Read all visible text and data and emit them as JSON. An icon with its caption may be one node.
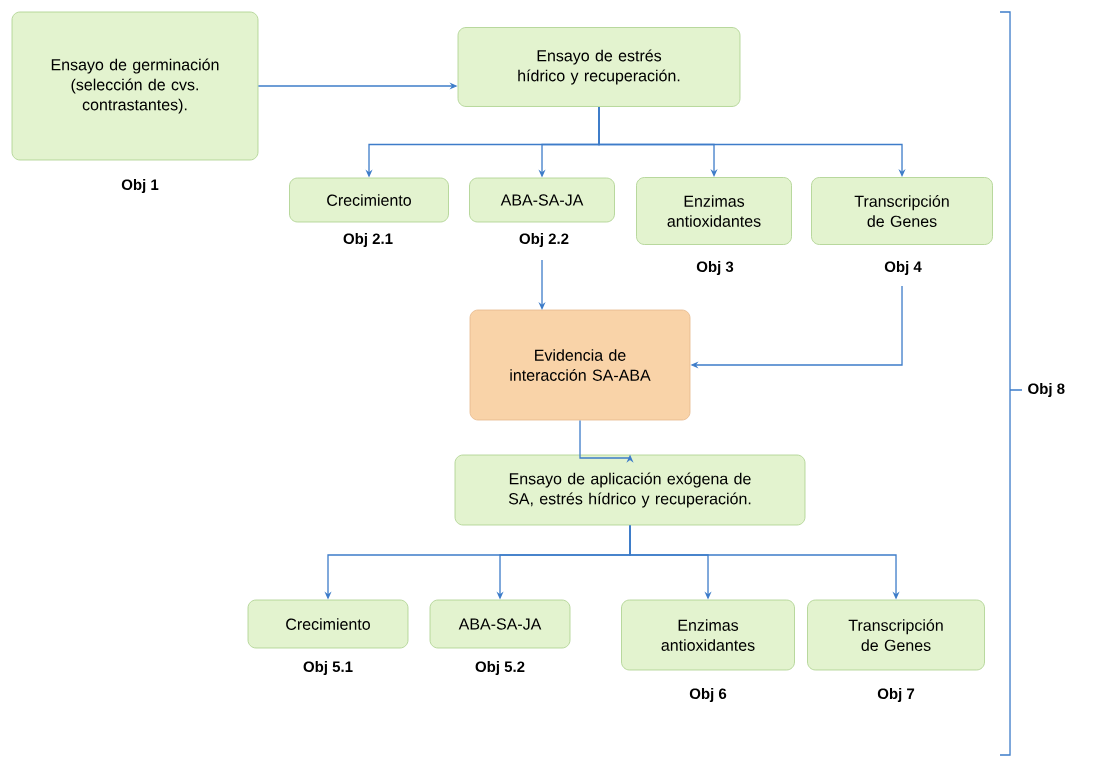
{
  "diagram": {
    "nodes": [
      {
        "text": [
          "Ensayo de germinación (selección de cvs. contrastantes)."
        ],
        "beside": [
          "Obj 1"
        ]
      },
      {
        "text": [
          "Ensayo de estrés hídrico y recuperación."
        ]
      },
      {
        "text": [
          "Crecimiento"
        ],
        "beside": [
          "Obj 2.1"
        ]
      },
      {
        "text": [
          "ABA-SA-JA"
        ],
        "beside": [
          "Obj 2.2"
        ]
      },
      {
        "text": [
          "Enzimas antioxidantes"
        ],
        "beside": [
          "Obj 3"
        ]
      },
      {
        "text": [
          "Transcripción de Genes"
        ],
        "beside": [
          "Obj 4"
        ]
      },
      {
        "text": [
          "Evidencia de interacción SA-ABA"
        ]
      },
      {
        "text": [
          "Ensayo de aplicación exógena de SA, estrés hídrico y recuperación."
        ]
      },
      {
        "text": [
          "Crecimiento"
        ],
        "beside": [
          "Obj 5.1"
        ]
      },
      {
        "text": [
          "ABA-SA-JA"
        ],
        "beside": [
          "Obj 5.2"
        ]
      },
      {
        "text": [
          "Enzimas antioxidantes"
        ],
        "beside": [
          "Obj 6"
        ]
      },
      {
        "text": [
          "Transcripción de Genes"
        ],
        "beside": [
          "Obj 7"
        ]
      }
    ],
    "edges": [
      {
        "from": 0,
        "to": 1,
        "arrow": "to"
      },
      {
        "from": 1,
        "to": 2,
        "arrow": "to"
      },
      {
        "from": 1,
        "to": 3,
        "arrow": "to"
      },
      {
        "from": 1,
        "to": 4,
        "arrow": "to"
      },
      {
        "from": 1,
        "to": 5,
        "arrow": "to"
      },
      {
        "from": 3,
        "to": 6,
        "arrow": "to"
      },
      {
        "from": 5,
        "to": 6,
        "arrow": "to"
      },
      {
        "from": 6,
        "to": 7,
        "arrow": "to"
      },
      {
        "from": 7,
        "to": 8,
        "arrow": "to"
      },
      {
        "from": 7,
        "to": 9,
        "arrow": "to"
      },
      {
        "from": 7,
        "to": 10,
        "arrow": "to"
      },
      {
        "from": 7,
        "to": 11,
        "arrow": "to"
      }
    ],
    "labels": [
      "Obj 8"
    ]
  }
}
